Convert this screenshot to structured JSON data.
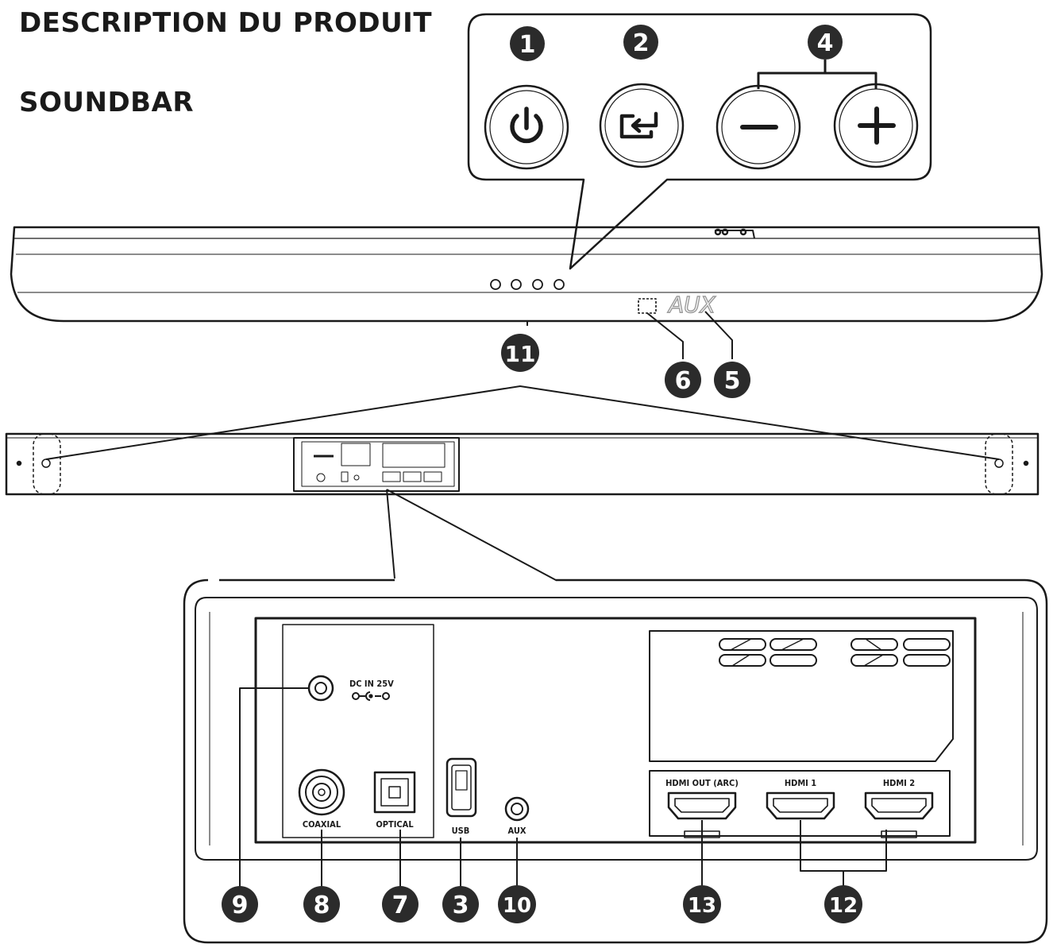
{
  "title": "DESCRIPTION DU PRODUIT",
  "subtitle": "SOUNDBAR",
  "display": {
    "mode_text": "AUX"
  },
  "ports": {
    "dc_in": "DC IN 25V",
    "coaxial": "COAXIAL",
    "optical": "OPTICAL",
    "usb": "USB",
    "aux": "AUX",
    "hdmi_out": "HDMI OUT (ARC)",
    "hdmi1": "HDMI 1",
    "hdmi2": "HDMI 2"
  },
  "callouts": {
    "c1": "1",
    "c2": "2",
    "c4": "4",
    "c5": "5",
    "c6": "6",
    "c11": "11",
    "c9": "9",
    "c8": "8",
    "c7": "7",
    "c3": "3",
    "c10": "10",
    "c13": "13",
    "c12": "12"
  },
  "icons": {
    "power": "power-icon",
    "source": "source-icon",
    "volume_down": "minus-icon",
    "volume_up": "plus-icon"
  },
  "colors": {
    "line": "#1a1a1a",
    "callout": "#2b2b2b",
    "panel": "#ffffff"
  }
}
